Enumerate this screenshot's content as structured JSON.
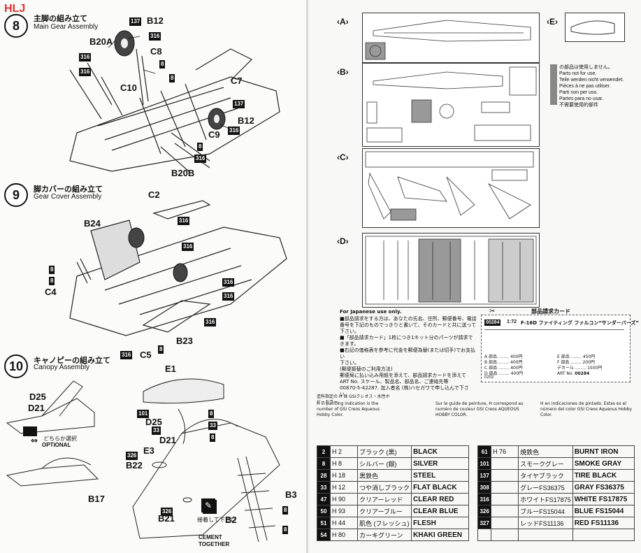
{
  "watermark": "HLJ",
  "left": {
    "step8": {
      "num": "8",
      "jp": "主脚の組み立て",
      "en": "Main Gear Assembly",
      "labels": [
        "B12",
        "C8",
        "B20A",
        "C10",
        "C7",
        "B12",
        "C9",
        "B20B"
      ],
      "badges": [
        "137",
        "316",
        "316",
        "8",
        "316",
        "8",
        "137",
        "316",
        "8",
        "316"
      ]
    },
    "step9": {
      "num": "9",
      "jp": "脚カバーの組み立て",
      "en": "Gear Cover Assembly",
      "labels": [
        "C2",
        "B24",
        "C4",
        "B23",
        "C5"
      ],
      "badges": [
        "316",
        "316",
        "8",
        "8",
        "316",
        "316",
        "316",
        "8",
        "316"
      ]
    },
    "step10": {
      "num": "10",
      "jp": "キャノピーの組み立て",
      "en": "Canopy Assembly",
      "labels": [
        "E1",
        "D25",
        "D21",
        "D25",
        "D21",
        "E3",
        "B22",
        "B3",
        "B17",
        "B21",
        "B2"
      ],
      "badges": [
        "101",
        "33",
        "8",
        "33",
        "8",
        "326",
        "326",
        "8",
        "8"
      ],
      "optional_jp": "どちらか選択",
      "optional_en": "OPTIONAL",
      "cement_jp": "接着して下さい",
      "cement_en": "CEMENT TOGETHER"
    }
  },
  "right": {
    "sections": [
      "A",
      "B",
      "C",
      "D",
      "E"
    ],
    "not_used": {
      "jp": "の部品は使用しません。",
      "lines": [
        "Parts not for use.",
        "Teile werden nicht verwendet.",
        "Pièces à ne pas utiliser.",
        "Parti non per uso.",
        "Partes para no usar.",
        "不需要使用的部件"
      ]
    },
    "japan_only": "For Japanese use only.",
    "jp_order_text": [
      "■部品請求をする方は、あなたの氏名、住所、郵便番号、電話",
      "番号を下記のものでっきりと書いて、そのカードと共に送って",
      "下さい。",
      "■「部品請求カード」1枚につき1キット分のパーツが請求で",
      "きます。",
      "■右記の価格表を参考に代金を郵便為替(または切手)でお支払い",
      "下さい。",
      "(郵便振替のご利用方法)",
      "郵便局に払い込み用紙を添えて、部品請求カードを添えて",
      "ART No. スケール、製品名、部品名、ご連絡先等",
      "00870-5-42287. 加入者名 (株)ハセガワで申し込んで下さい。"
    ],
    "order_card": {
      "title": "部品請求カード",
      "code": "00284",
      "scale": "1:72",
      "product": "F-16D ファイティング ファルコン“サンダーバーズ”",
      "prices": [
        {
          "part": "A 部品",
          "price": "400円"
        },
        {
          "part": "B 部品",
          "price": "400円"
        },
        {
          "part": "C 部品",
          "price": "400円"
        },
        {
          "part": "D 部品",
          "price": "400円"
        },
        {
          "part": "E 部品",
          "price": "450円"
        },
        {
          "part": "F 部品",
          "price": "200円"
        },
        {
          "part": "デカール",
          "price": "1500円"
        }
      ],
      "art_no_label": "ART No.",
      "art_no": "00284",
      "footer_code": "0202"
    },
    "paint_notes": [
      "塗料指定の H は GSIクレオス・水性ホビーカラー。",
      "H in painting indication is the number of GSI Creos Aqueous Hobby Color.",
      "Sur le guide de peinture, H correspond au numéro de couleur GSI Creos AQUEOUS HOBBY COLOR.",
      "H en indicaciones de pintado. Estas es el número del color GSI Creos Aqueous Hobby Color."
    ],
    "colors_left": [
      {
        "num": "2",
        "code": "H 2",
        "jp": "ブラック (黒)",
        "en": "BLACK"
      },
      {
        "num": "8",
        "code": "H 8",
        "jp": "シルバー (銀)",
        "en": "SILVER"
      },
      {
        "num": "28",
        "code": "H 18",
        "jp": "黒鉄色",
        "en": "STEEL"
      },
      {
        "num": "33",
        "code": "H 12",
        "jp": "つや消しブラック",
        "en": "FLAT BLACK"
      },
      {
        "num": "47",
        "code": "H 90",
        "jp": "クリアーレッド",
        "en": "CLEAR RED"
      },
      {
        "num": "50",
        "code": "H 93",
        "jp": "クリアーブルー",
        "en": "CLEAR BLUE"
      },
      {
        "num": "51",
        "code": "H 44",
        "jp": "肌色 (フレッシュ)",
        "en": "FLESH"
      },
      {
        "num": "54",
        "code": "H 80",
        "jp": "カーキグリーン",
        "en": "KHAKI GREEN"
      }
    ],
    "colors_right": [
      {
        "num": "61",
        "code": "H 76",
        "jp": "焼鉄色",
        "en": "BURNT IRON"
      },
      {
        "num": "101",
        "code": "",
        "jp": "スモークグレー",
        "en": "SMOKE GRAY"
      },
      {
        "num": "137",
        "code": "",
        "jp": "タイヤブラック",
        "en": "TIRE BLACK"
      },
      {
        "num": "308",
        "code": "",
        "jp": "グレーFS36375",
        "en": "GRAY FS36375"
      },
      {
        "num": "316",
        "code": "",
        "jp": "ホワイトFS17875",
        "en": "WHITE FS17875"
      },
      {
        "num": "326",
        "code": "",
        "jp": "ブルーFS15044",
        "en": "BLUE FS15044"
      },
      {
        "num": "327",
        "code": "",
        "jp": "レッドFS11136",
        "en": "RED FS11136"
      }
    ]
  }
}
